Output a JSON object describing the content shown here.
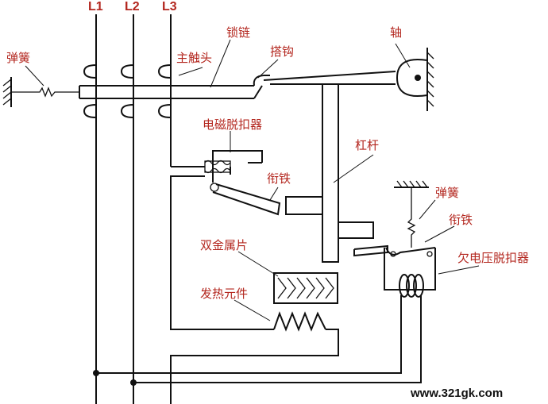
{
  "phases": {
    "l1": "L1",
    "l2": "L2",
    "l3": "L3"
  },
  "labels": {
    "spring_left": "弹簧",
    "main_contact": "主触头",
    "lock_chain": "锁链",
    "hook": "搭钩",
    "shaft": "轴",
    "electromagnetic_release": "电磁脱扣器",
    "lever": "杠杆",
    "armature_upper": "衔铁",
    "spring_right": "弹簧",
    "armature_lower": "衔铁",
    "bimetal": "双金属片",
    "undervoltage_release": "欠电压脱扣器",
    "heating_element": "发热元件"
  },
  "watermark": "www.321gk.com",
  "colors": {
    "label": "#b3261e",
    "line": "#111111"
  }
}
